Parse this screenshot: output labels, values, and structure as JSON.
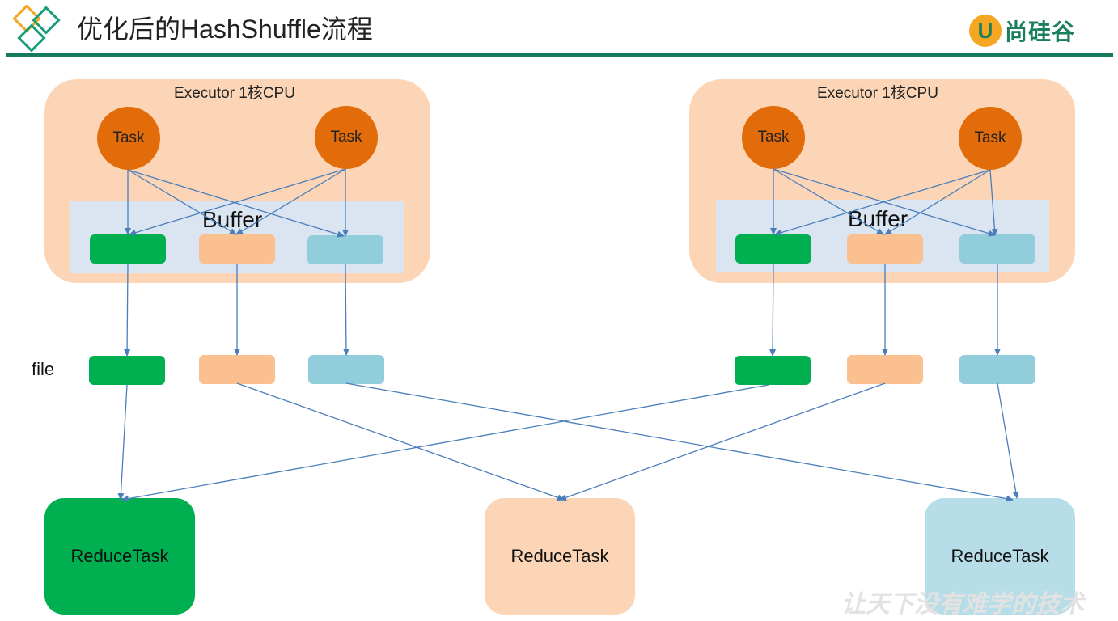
{
  "header": {
    "title": "优化后的HashShuffle流程",
    "brand": "尚硅谷",
    "brand_mark": "U"
  },
  "executors": [
    {
      "label": "Executor 1核CPU",
      "tasks": [
        "Task",
        "Task"
      ],
      "buffer_label": "Buffer"
    },
    {
      "label": "Executor 1核CPU",
      "tasks": [
        "Task",
        "Task"
      ],
      "buffer_label": "Buffer"
    }
  ],
  "file_label": "file",
  "reduce_tasks": [
    "ReduceTask",
    "ReduceTask",
    "ReduceTask"
  ],
  "watermark": "让天下没有难学的技术",
  "colors": {
    "green": "#00B050",
    "peach": "#FAC090",
    "blue": "#92CDDC",
    "task": "#E36C0A",
    "executor_bg": "#FBD5B5",
    "buffer_bg": "#DBE5F1",
    "arrow": "#4A7EBB",
    "accent": "#167A5E"
  }
}
